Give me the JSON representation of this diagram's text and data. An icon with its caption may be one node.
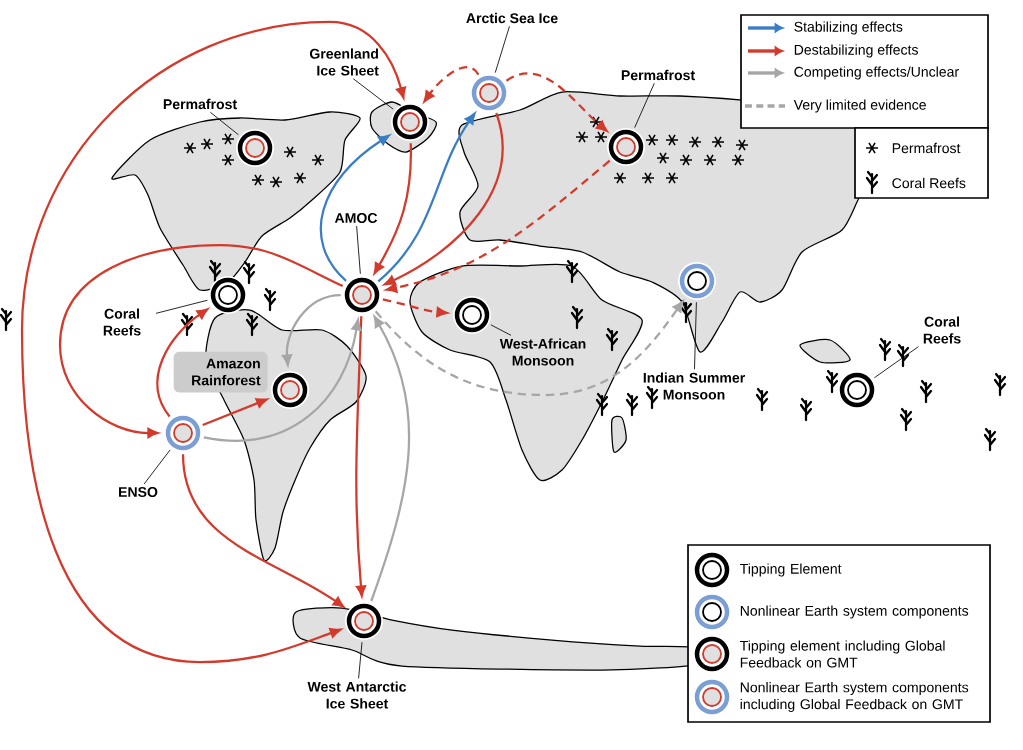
{
  "diagram": {
    "nodes": [
      {
        "text": [
          "Greenland Ice Sheet"
        ]
      },
      {
        "text": [
          "Arctic Sea Ice"
        ]
      },
      {
        "text": [
          "Permafrost"
        ]
      },
      {
        "text": [
          "Permafrost"
        ]
      },
      {
        "text": [
          "AMOC"
        ]
      },
      {
        "text": [
          "Coral Reefs"
        ]
      },
      {
        "text": [
          "Amazon Rainforest"
        ]
      },
      {
        "text": [
          "West-African Monsoon"
        ]
      },
      {
        "text": [
          "Indian Summer Monsoon"
        ]
      },
      {
        "text": [
          "Coral Reefs"
        ]
      },
      {
        "text": [
          "ENSO"
        ]
      },
      {
        "text": [
          "West Antarctic Ice Sheet"
        ]
      },
      {
        "text": [],
        "shape": "circle"
      },
      {
        "text": [],
        "shape": "circle"
      },
      {
        "text": [],
        "shape": "circle"
      },
      {
        "text": [],
        "shape": "circle"
      },
      {
        "text": [],
        "shape": "circle"
      },
      {
        "text": [],
        "shape": "circle"
      },
      {
        "text": [],
        "shape": "circle"
      },
      {
        "text": [],
        "shape": "circle"
      },
      {
        "text": [],
        "shape": "circle"
      },
      {
        "text": [],
        "shape": "circle"
      },
      {
        "text": [],
        "shape": "circle"
      },
      {
        "text": [],
        "shape": "circle"
      }
    ],
    "edges": [
      {
        "from": 12,
        "to": 23,
        "arrow": "both"
      },
      {
        "from": 12,
        "to": 16,
        "arrow": "to"
      },
      {
        "from": 13,
        "to": 16,
        "arrow": "to"
      },
      {
        "from": 16,
        "to": 12,
        "arrow": "to",
        "color": "#3a7dc4"
      },
      {
        "from": 16,
        "to": 13,
        "arrow": "to",
        "color": "#3a7dc4"
      },
      {
        "from": 13,
        "to": 12,
        "arrow": "to",
        "style": "dashed"
      },
      {
        "from": 13,
        "to": 15,
        "arrow": "to",
        "style": "dashed"
      },
      {
        "from": 15,
        "to": 16,
        "arrow": "to",
        "style": "dashed"
      },
      {
        "from": 16,
        "to": 19,
        "arrow": "to",
        "style": "dashed"
      },
      {
        "from": 16,
        "to": 23,
        "arrow": "to"
      },
      {
        "from": 23,
        "to": 16,
        "arrow": "to",
        "color": "#a6a6a6"
      },
      {
        "from": 16,
        "to": 18,
        "arrow": "to",
        "color": "#a6a6a6"
      },
      {
        "from": 22,
        "to": 16,
        "arrow": "to",
        "color": "#a6a6a6"
      },
      {
        "from": 16,
        "to": 22,
        "arrow": "to"
      },
      {
        "from": 22,
        "to": 17,
        "arrow": "to"
      },
      {
        "from": 22,
        "to": 18,
        "arrow": "to"
      },
      {
        "from": 22,
        "to": 23,
        "arrow": "to"
      },
      {
        "from": 16,
        "to": 20,
        "arrow": "to",
        "style": "dashed",
        "color": "#a6a6a6"
      },
      {
        "from": 0,
        "to": 12,
        "arrow": "none",
        "color": "#000000"
      },
      {
        "from": 1,
        "to": 13,
        "arrow": "none",
        "color": "#000000"
      },
      {
        "from": 2,
        "to": 14,
        "arrow": "none",
        "color": "#000000"
      },
      {
        "from": 3,
        "to": 15,
        "arrow": "none",
        "color": "#000000"
      },
      {
        "from": 4,
        "to": 16,
        "arrow": "none",
        "color": "#000000"
      },
      {
        "from": 5,
        "to": 17,
        "arrow": "none",
        "color": "#000000"
      },
      {
        "from": 7,
        "to": 19,
        "arrow": "none",
        "color": "#000000"
      },
      {
        "from": 8,
        "to": 20,
        "arrow": "none",
        "color": "#000000"
      },
      {
        "from": 9,
        "to": 21,
        "arrow": "none",
        "color": "#000000"
      },
      {
        "from": 10,
        "to": 22,
        "arrow": "none",
        "color": "#000000"
      },
      {
        "from": 11,
        "to": 23,
        "arrow": "none",
        "color": "#000000"
      }
    ],
    "legend": [
      {
        "text": "Stabilizing effects"
      },
      {
        "text": "Destabilizing effects"
      },
      {
        "text": "Competing effects/Unclear"
      },
      {
        "text": "Very limited evidence"
      },
      {
        "text": "Permafrost"
      },
      {
        "text": "Coral Reefs"
      },
      {
        "text": "Tipping Element"
      },
      {
        "text": "Nonlinear Earth system components"
      },
      {
        "text": "Tipping element including Global Feedback on GMT"
      },
      {
        "text": "Nonlinear Earth system components including Global Feedback on GMT"
      }
    ]
  }
}
